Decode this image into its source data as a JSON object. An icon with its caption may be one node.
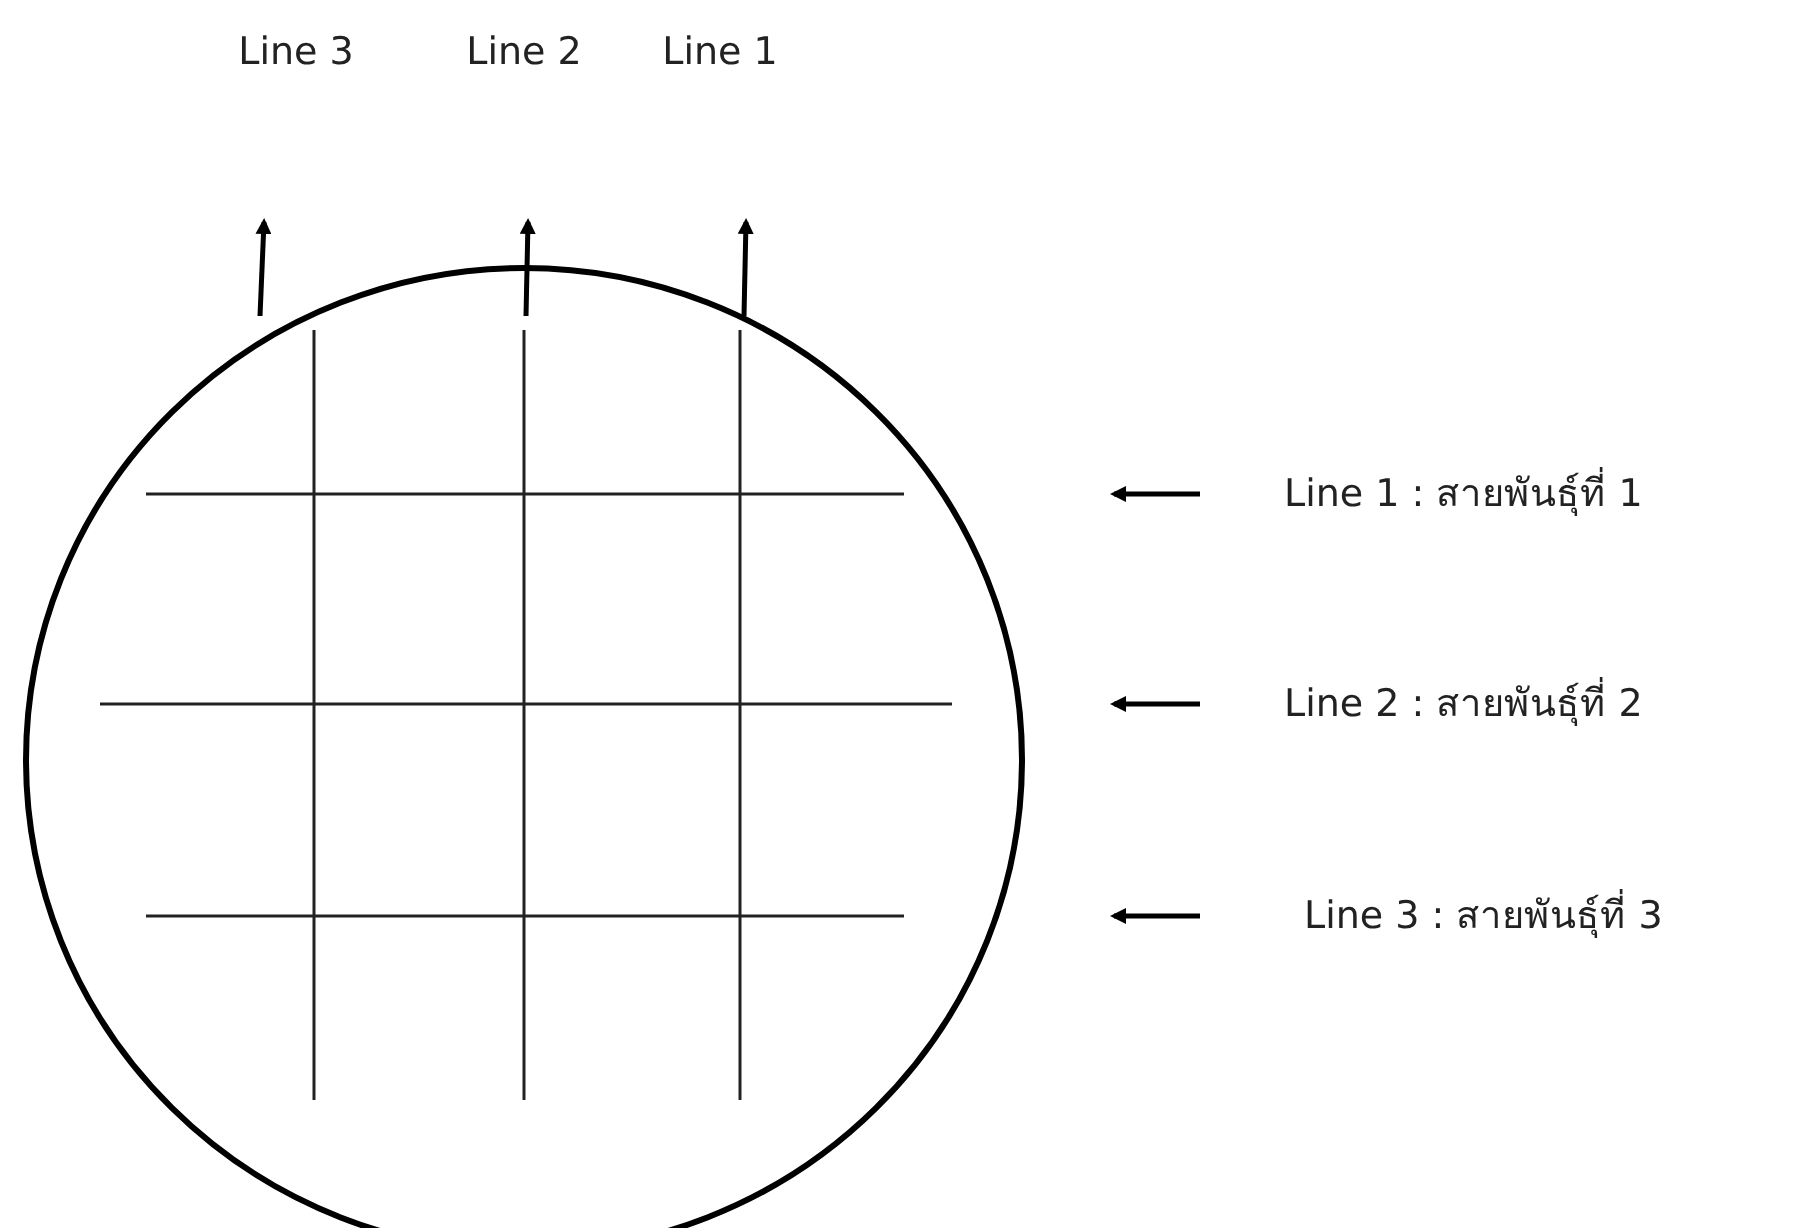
{
  "diagram": {
    "labels": [
      "Line 3",
      "Line 2",
      "Line 1",
      "Line 1 : สายพันธุ์ที่ 1",
      "Line 2 : สายพันธุ์ที่ 2",
      "Line 3 : สายพันธุ์ที่ 3"
    ]
  }
}
